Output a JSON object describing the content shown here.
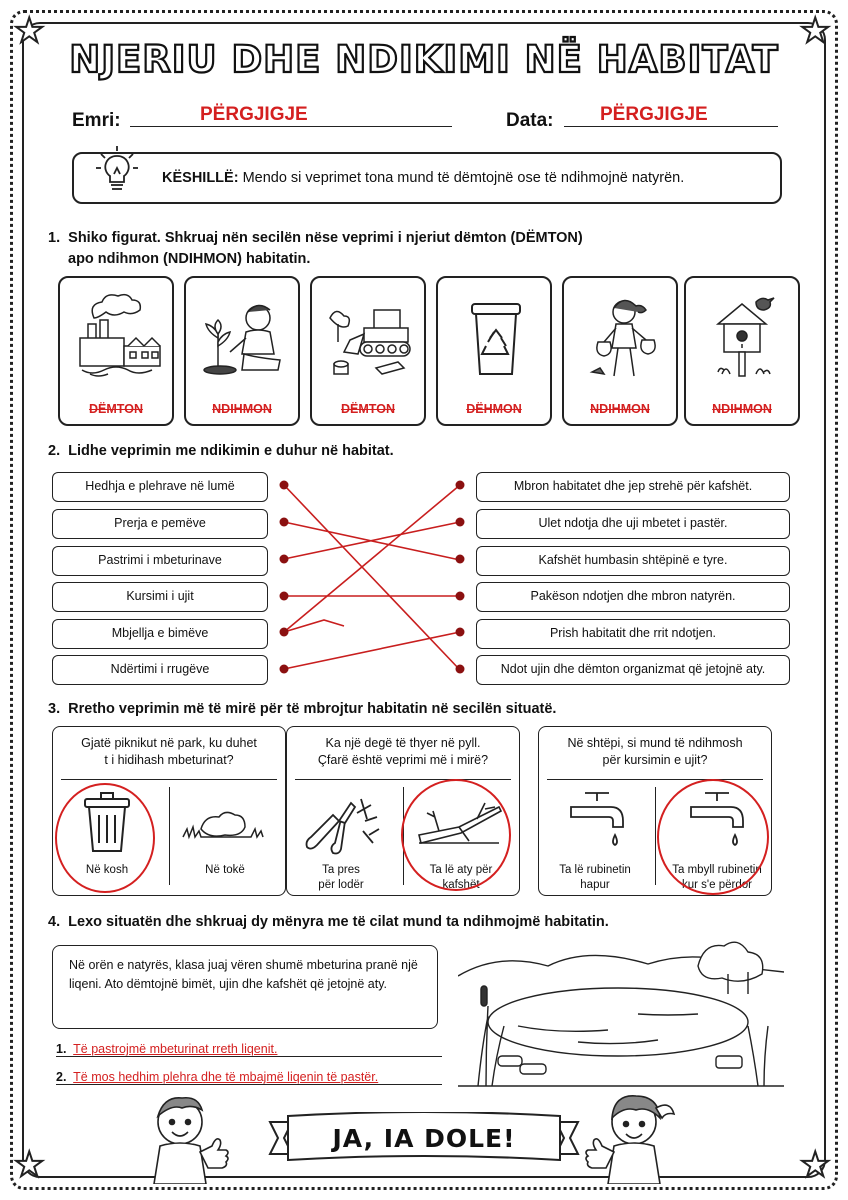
{
  "title": "NJERIU DHE NDIKIMI NË HABITAT",
  "header": {
    "name_label": "Emri:",
    "name_value": "PËRGJIGJE",
    "date_label": "Data:",
    "date_value": "PËRGJIGJE"
  },
  "tip": {
    "icon": "lightbulb-icon",
    "label": "KËSHILLË:",
    "text": "Mendo si veprimet tona mund të dëmtojnë ose të ndihmojnë natyrën."
  },
  "q1": {
    "number": "1.",
    "line1": "Shiko figurat. Shkruaj nën secilën nëse veprimi i njeriut dëmton (DËMTON)",
    "line2": "apo ndihmon (NDIHMON) habitatin.",
    "cards": [
      {
        "icon": "factory-icon",
        "answer": "DËMTON"
      },
      {
        "icon": "boy-planting-tree-icon",
        "answer": "NDIHMON"
      },
      {
        "icon": "bulldozer-cutting-trees-icon",
        "answer": "DËMTON"
      },
      {
        "icon": "recycling-bin-icon",
        "answer": "DËHMON"
      },
      {
        "icon": "girl-collecting-trash-icon",
        "answer": "NDIHMON"
      },
      {
        "icon": "birdhouse-icon",
        "answer": "NDIHMON"
      }
    ]
  },
  "q2": {
    "number": "2.",
    "text": "Lidhe veprimin me ndikimin e duhur në habitat.",
    "left": [
      "Hedhja e plehrave në lumë",
      "Prerja e pemëve",
      "Pastrimi i mbeturinave",
      "Kursimi i ujit",
      "Mbjellja e bimëve",
      "Ndërtimi i rrugëve"
    ],
    "right": [
      "Mbron habitatet dhe jep strehë për kafshët.",
      "Ulet ndotja dhe uji mbetet i pastër.",
      "Kafshët humbasin shtëpinë e tyre.",
      "Pakëson ndotjen dhe mbron natyrën.",
      "Prish habitatit dhe rrit ndotjen.",
      "Ndot ujin dhe dëmton organizmat që jetojnë aty."
    ]
  },
  "q3": {
    "number": "3.",
    "text": "Rretho veprimin më të mirë për të mbrojtur habitatin në secilën situatë.",
    "situations": [
      {
        "q1": "Gjatë piknikut në park, ku duhet",
        "q2": "t i hidihash mbeturinat?",
        "a": "Në kosh",
        "b": "Në tokë",
        "a_icon": "trash-bin-icon",
        "b_icon": "trash-on-grass-icon"
      },
      {
        "q1": "Ka një degë të thyer në pyll.",
        "q2": "Çfarë është veprimi më i mirë?",
        "a": "Ta pres\npër lodër",
        "b": "Ta lë aty për\nkafshët",
        "a_icon": "pruning-shears-icon",
        "b_icon": "broken-branch-icon"
      },
      {
        "q1": "Në shtëpi, si mund të ndihmosh",
        "q2": "për kursimin e ujit?",
        "a": "Ta lë rubinetin\nhapur",
        "b": "Ta mbyll rubinetin\nkur s'e përdor",
        "a_icon": "dripping-faucet-icon",
        "b_icon": "closed-faucet-icon"
      }
    ]
  },
  "q4": {
    "number": "4.",
    "text": "Lexo situatën dhe shkruaj dy mënyra me të cilat mund ta ndihmojmë habitatin.",
    "story": "Në orën e natyrës, klasa juaj vëren shumë mbeturina pranë një liqeni. Ato dëmtojnë bimët, ujin dhe kafshët që jetojnë aty.",
    "answers": [
      {
        "n": "1.",
        "text": "Të pastrojmë mbeturinat rreth liqenit."
      },
      {
        "n": "2.",
        "text": "Të mos hedhim plehra dhe të mbajmë liqenin të pastër."
      }
    ],
    "image": "polluted-lake-icon"
  },
  "footer": {
    "banner": "JA, IA DOLE!",
    "left_icon": "boy-thumbs-up-icon",
    "right_icon": "girl-thumbs-up-icon"
  }
}
